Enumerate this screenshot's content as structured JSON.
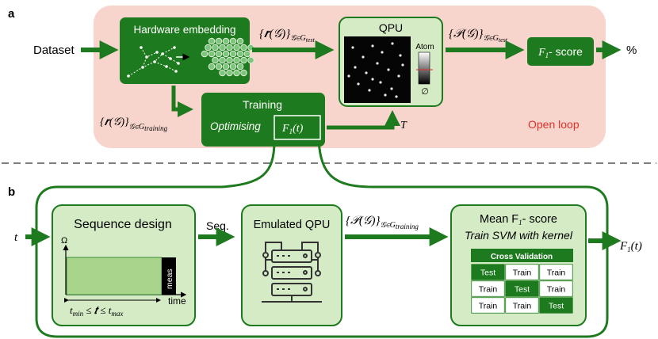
{
  "panel_a": {
    "letter": "a",
    "input": "Dataset",
    "hardware_title": "Hardware embedding",
    "r_test": "{𝒓(𝒢)}",
    "r_test_sub": "𝒢∈G",
    "r_test_sub2": "test",
    "qpu_title": "QPU",
    "atom_label": "Atom",
    "empty_label": "∅",
    "p_test": "{𝒫(𝒢)}",
    "p_test_sub": "𝒢∈G",
    "p_test_sub2": "test",
    "score_box": "F",
    "score_sub": "1",
    "score_rest": "- score",
    "output": "%",
    "r_train": "{𝒓(𝒢)}",
    "r_train_sub": "𝒢∈G",
    "r_train_sub2": "training",
    "training_title": "Training",
    "optimising": "Optimising",
    "f1t": "F",
    "f1t_sub": "1",
    "f1t_rest": "(t)",
    "t_label": "T",
    "open_loop": "Open loop"
  },
  "panel_b": {
    "letter": "b",
    "input": "t",
    "sequence_title": "Sequence design",
    "omega": "Ω",
    "meas": "meas",
    "time": "time",
    "t_range": "t",
    "t_min": "min",
    "t_mid": " ≤ 𝒕 ≤ t",
    "t_max": "max",
    "seq": "Seq.",
    "emulated_title": "Emulated QPU",
    "p_train": "{𝒫(𝒢)}",
    "p_train_sub": "𝒢∈G",
    "p_train_sub2": "training",
    "mean_title": "Mean F",
    "mean_sub": "1",
    "mean_rest": "- score",
    "svm": "Train SVM with kernel",
    "cv_title": "Cross Validation",
    "cv_rows": [
      [
        "Test",
        "Train",
        "Train"
      ],
      [
        "Train",
        "Test",
        "Train"
      ],
      [
        "Train",
        "Train",
        "Test"
      ]
    ],
    "output": "F",
    "output_sub": "1",
    "output_rest": "(t)"
  },
  "colors": {
    "dark_green": "#1e7a1e",
    "light_green": "#d5ebc6",
    "pink_bg": "#f8d5cc",
    "open_loop_red": "#e0302a",
    "pulse_fill": "#a8d48c"
  }
}
